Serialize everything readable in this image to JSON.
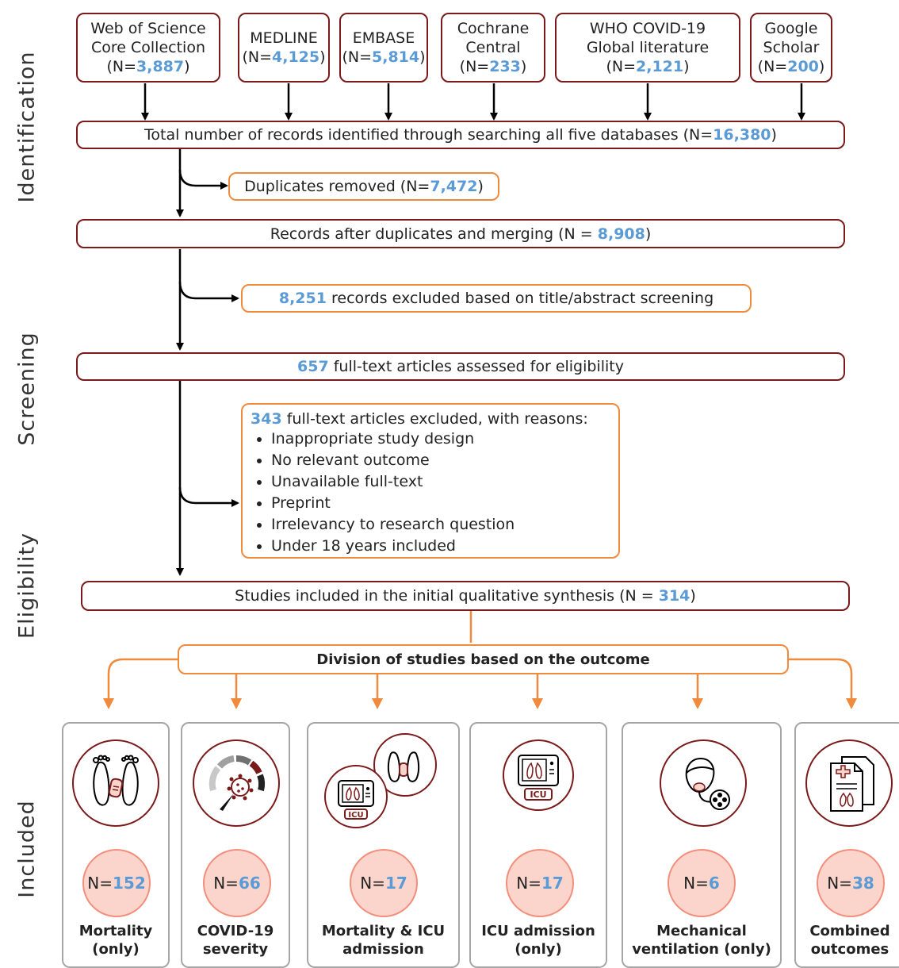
{
  "stages": [
    "Identification",
    "Screening",
    "Eligibility",
    "Included"
  ],
  "databases": [
    {
      "name": "Web of Science\nCore Collection",
      "prefix": "(N=",
      "count": "3,887",
      "suffix": ")"
    },
    {
      "name": "MEDLINE",
      "prefix": "(N=",
      "count": "4,125",
      "suffix": ")"
    },
    {
      "name": "EMBASE",
      "prefix": "(N=",
      "count": "5,814",
      "suffix": ")"
    },
    {
      "name": "Cochrane\nCentral",
      "prefix": "(N=",
      "count": "233",
      "suffix": ")"
    },
    {
      "name": "WHO COVID-19\nGlobal literature",
      "prefix": "(N=",
      "count": "2,121",
      "suffix": ")"
    },
    {
      "name": "Google\nScholar",
      "prefix": "(N=",
      "count": "200",
      "suffix": ")"
    }
  ],
  "total": {
    "text": "Total number of records identified through searching all five databases (N=",
    "count": "16,380",
    "suffix": ")"
  },
  "duplicates": {
    "text": "Duplicates removed (N=",
    "count": "7,472",
    "suffix": ")"
  },
  "after_dup": {
    "text": "Records after duplicates and merging (N = ",
    "count": "8,908",
    "suffix": ")"
  },
  "excluded_title": {
    "count": "8,251",
    "text": " records excluded based on title/abstract screening"
  },
  "fulltext": {
    "count": "657",
    "text": " full-text articles assessed for eligibility"
  },
  "excluded_fulltext": {
    "count": "343",
    "text": " full-text articles excluded, with reasons:",
    "reasons": [
      "Inappropriate study design",
      "No relevant outcome",
      "Unavailable full-text",
      "Preprint",
      "Irrelevancy to research question",
      "Under 18 years included"
    ]
  },
  "included": {
    "text": "Studies included in the initial qualitative synthesis (N = ",
    "count": "314",
    "suffix": ")"
  },
  "division": "Division of studies based on the outcome",
  "outcomes": [
    {
      "icon": "feet-tag-icon",
      "prefix": "N=",
      "count": "152",
      "label_line1": "Mortality",
      "label_line2": "(only)"
    },
    {
      "icon": "severity-gauge-icon",
      "prefix": "N=",
      "count": "66",
      "label_line1": "COVID-19",
      "label_line2": "severity"
    },
    {
      "icon": "icu-monitor-and-feet-icon",
      "prefix": "N=",
      "count": "17",
      "label_line1": "Mortality & ICU",
      "label_line2": "admission"
    },
    {
      "icon": "icu-monitor-icon",
      "prefix": "N=",
      "count": "17",
      "label_line1": "ICU admission",
      "label_line2": "(only)"
    },
    {
      "icon": "ventilator-patient-icon",
      "prefix": "N=",
      "count": "6",
      "label_line1": "Mechanical",
      "label_line2": "ventilation (only)"
    },
    {
      "icon": "medical-records-icon",
      "prefix": "N=",
      "count": "38",
      "label_line1": "Combined",
      "label_line2": "outcomes"
    }
  ],
  "colors": {
    "box_border": "#7a1a1a",
    "exclusion_border": "#f08a3c",
    "count_blue": "#5b9bd5",
    "count_circle": "#fbd5cc",
    "outcome_border": "#a6a6a6"
  }
}
